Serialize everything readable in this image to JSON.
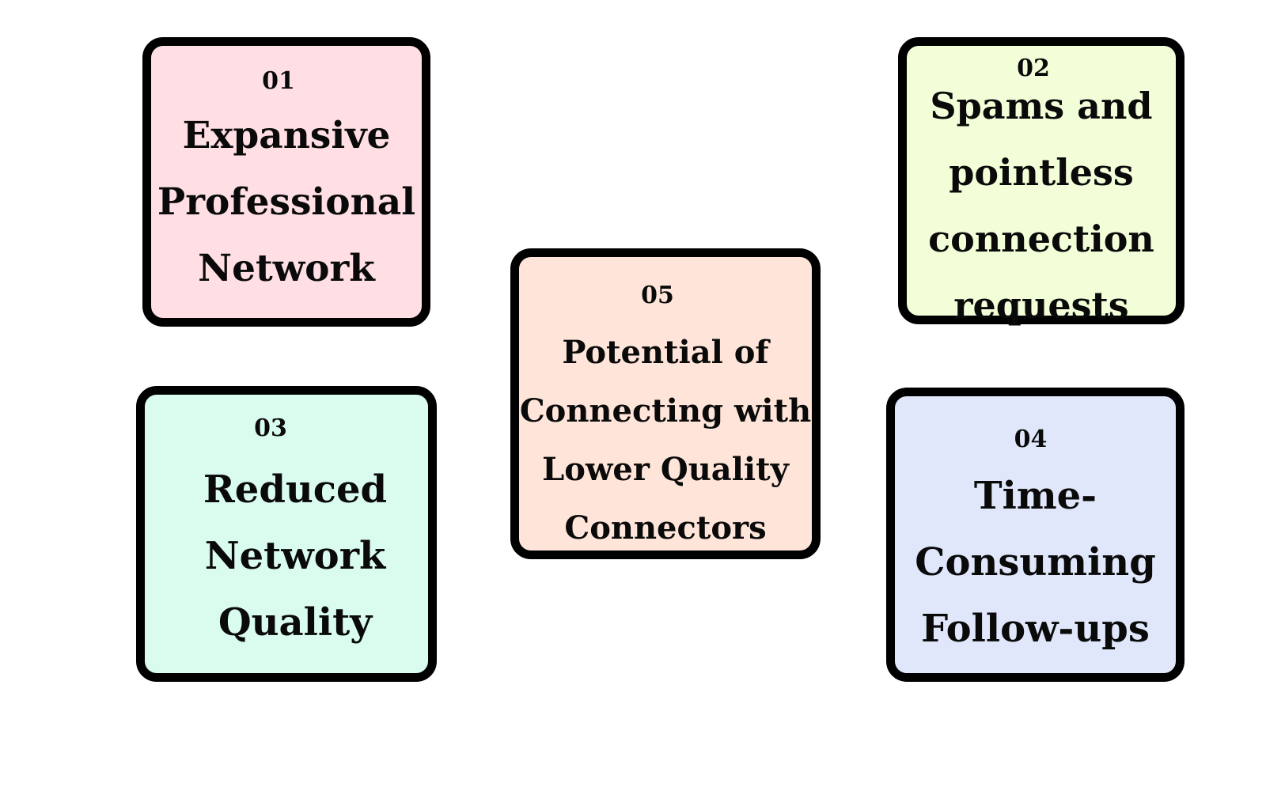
{
  "cards": [
    {
      "id": "01",
      "number": "01",
      "lines": [
        "Expansive",
        "Professional",
        "Network"
      ],
      "background": "#ffdfe3"
    },
    {
      "id": "02",
      "number": "02",
      "lines": [
        "Spams and",
        "pointless",
        "connection",
        "requests"
      ],
      "background": "#f2fed8"
    },
    {
      "id": "03",
      "number": "03",
      "lines": [
        "Reduced",
        "Network",
        "Quality"
      ],
      "background": "#d9fcef"
    },
    {
      "id": "04",
      "number": "04",
      "lines": [
        "Time-",
        "Consuming",
        "Follow-ups"
      ],
      "background": "#e0e7fb"
    },
    {
      "id": "05",
      "number": "05",
      "lines": [
        "Potential of",
        "Connecting with",
        "Lower Quality",
        "Connectors"
      ],
      "background": "#ffe5d9"
    }
  ]
}
